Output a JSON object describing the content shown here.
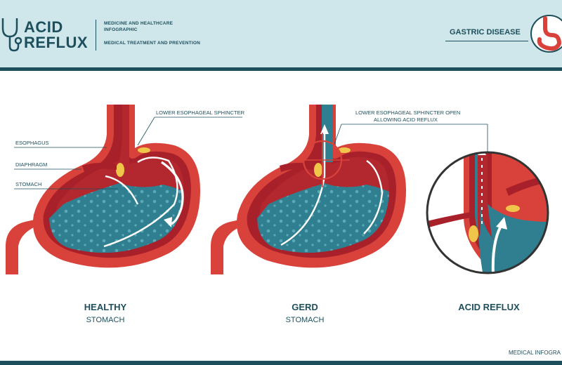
{
  "header": {
    "title_line1": "ACID",
    "title_line2": "REFLUX",
    "subtitle_line1": "MEDICINE AND HEALTHCARE",
    "subtitle_line2": "INFOGRAPHIC",
    "subtitle_line3": "MEDICAL TREATMENT AND PREVENTION",
    "category": "GASTRIC DISEASE",
    "icons": [
      "stethoscope-icon",
      "stomach-icon"
    ]
  },
  "labels": {
    "lower_esophageal_sphincter": "LOWER ESOPHAGEAL SPHINCTER",
    "esophagus": "ESOPHAGUS",
    "diaphragm": "DIAPHRAGM",
    "stomach": "STOMACH",
    "les_open_line1": "LOWER ESOPHAGEAL SPHINCTER OPEN",
    "les_open_line2": "ALLOWING ACID REFLUX"
  },
  "captions": {
    "healthy_line1": "HEALTHY",
    "healthy_line2": "STOMACH",
    "gerd_line1": "GERD",
    "gerd_line2": "STOMACH",
    "acid_reflux": "ACID REFLUX"
  },
  "footer": "MEDICAL INFOGRA",
  "colors": {
    "dark_teal": "#1e4f5c",
    "header_bg": "#cfe6ea",
    "stomach_wall": "#d8423a",
    "inner_wall": "#a8202a",
    "acid": "#2f7f90",
    "fat": "#f0c64a"
  }
}
